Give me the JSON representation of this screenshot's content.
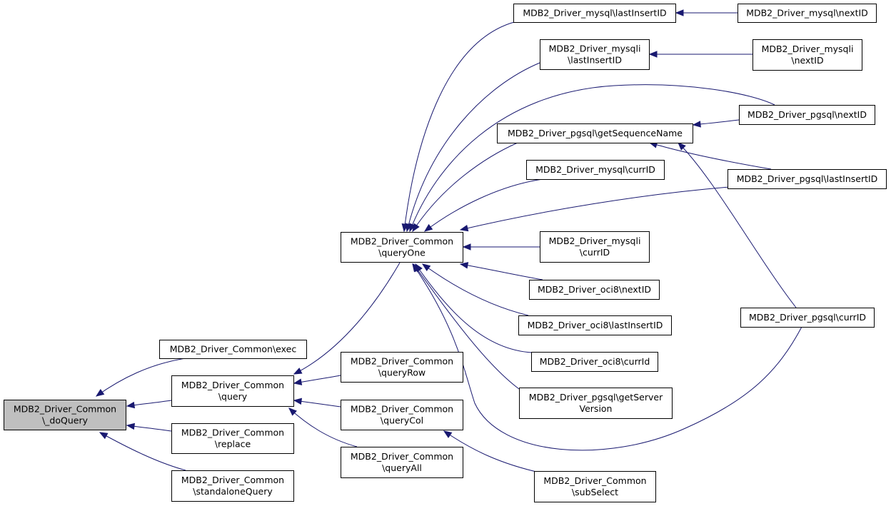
{
  "graph": {
    "nodes": {
      "doQuery": [
        "MDB2_Driver_Common",
        "\\_doQuery"
      ],
      "exec": [
        "MDB2_Driver_Common\\exec"
      ],
      "query": [
        "MDB2_Driver_Common",
        "\\query"
      ],
      "replace": [
        "MDB2_Driver_Common",
        "\\replace"
      ],
      "standaloneQuery": [
        "MDB2_Driver_Common",
        "\\standaloneQuery"
      ],
      "queryOne": [
        "MDB2_Driver_Common",
        "\\queryOne"
      ],
      "queryRow": [
        "MDB2_Driver_Common",
        "\\queryRow"
      ],
      "queryCol": [
        "MDB2_Driver_Common",
        "\\queryCol"
      ],
      "queryAll": [
        "MDB2_Driver_Common",
        "\\queryAll"
      ],
      "subSelect": [
        "MDB2_Driver_Common",
        "\\subSelect"
      ],
      "mysql_lastInsertID": [
        "MDB2_Driver_mysql\\lastInsertID"
      ],
      "mysqli_lastInsertID": [
        "MDB2_Driver_mysqli",
        "\\lastInsertID"
      ],
      "pgsql_getSequenceName": [
        "MDB2_Driver_pgsql\\getSequenceName"
      ],
      "mysql_currID": [
        "MDB2_Driver_mysql\\currID"
      ],
      "mysqli_currID": [
        "MDB2_Driver_mysqli",
        "\\currID"
      ],
      "oci8_nextID": [
        "MDB2_Driver_oci8\\nextID"
      ],
      "oci8_lastInsertID": [
        "MDB2_Driver_oci8\\lastInsertID"
      ],
      "oci8_currId": [
        "MDB2_Driver_oci8\\currId"
      ],
      "pgsql_getServerVersion": [
        "MDB2_Driver_pgsql\\getServer",
        "Version"
      ],
      "mysql_nextID": [
        "MDB2_Driver_mysql\\nextID"
      ],
      "mysqli_nextID": [
        "MDB2_Driver_mysqli",
        "\\nextID"
      ],
      "pgsql_nextID": [
        "MDB2_Driver_pgsql\\nextID"
      ],
      "pgsql_lastInsertID": [
        "MDB2_Driver_pgsql\\lastInsertID"
      ],
      "pgsql_currID": [
        "MDB2_Driver_pgsql\\currID"
      ]
    },
    "focus_node": "doQuery",
    "edges": [
      [
        "doQuery",
        "exec"
      ],
      [
        "doQuery",
        "query"
      ],
      [
        "doQuery",
        "replace"
      ],
      [
        "doQuery",
        "standaloneQuery"
      ],
      [
        "query",
        "queryOne"
      ],
      [
        "query",
        "queryRow"
      ],
      [
        "query",
        "queryCol"
      ],
      [
        "query",
        "queryAll"
      ],
      [
        "queryCol",
        "subSelect"
      ],
      [
        "queryOne",
        "mysql_lastInsertID"
      ],
      [
        "queryOne",
        "mysqli_lastInsertID"
      ],
      [
        "queryOne",
        "pgsql_nextID"
      ],
      [
        "queryOne",
        "pgsql_getSequenceName"
      ],
      [
        "queryOne",
        "mysql_currID"
      ],
      [
        "queryOne",
        "pgsql_lastInsertID"
      ],
      [
        "queryOne",
        "mysqli_currID"
      ],
      [
        "queryOne",
        "oci8_nextID"
      ],
      [
        "queryOne",
        "oci8_lastInsertID"
      ],
      [
        "queryOne",
        "oci8_currId"
      ],
      [
        "queryOne",
        "pgsql_getServerVersion"
      ],
      [
        "queryOne",
        "pgsql_currID"
      ],
      [
        "mysql_lastInsertID",
        "mysql_nextID"
      ],
      [
        "mysqli_lastInsertID",
        "mysqli_nextID"
      ],
      [
        "pgsql_getSequenceName",
        "pgsql_nextID"
      ],
      [
        "pgsql_getSequenceName",
        "pgsql_lastInsertID"
      ],
      [
        "pgsql_getSequenceName",
        "pgsql_currID"
      ]
    ],
    "colors": {
      "edge": "#191970",
      "focus_fill": "#bfbfbf",
      "node_fill": "#ffffff",
      "border": "#000000"
    }
  }
}
